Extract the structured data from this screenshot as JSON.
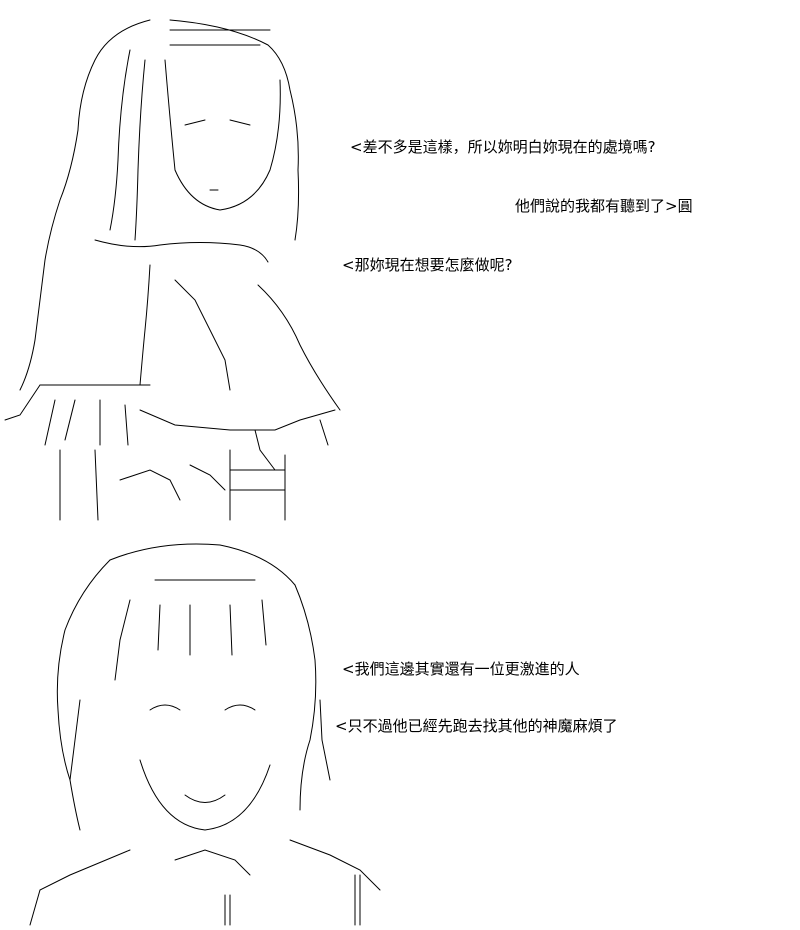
{
  "dialogue": [
    "<差不多是這樣，所以妳明白妳現在的處境嗎?",
    "他們說的我都有聽到了>圓",
    "<那妳現在想要怎麼做呢?",
    "<我們這邊其實還有一位更激進的人",
    "<只不過他已經先跑去找其他的神魔麻煩了"
  ]
}
